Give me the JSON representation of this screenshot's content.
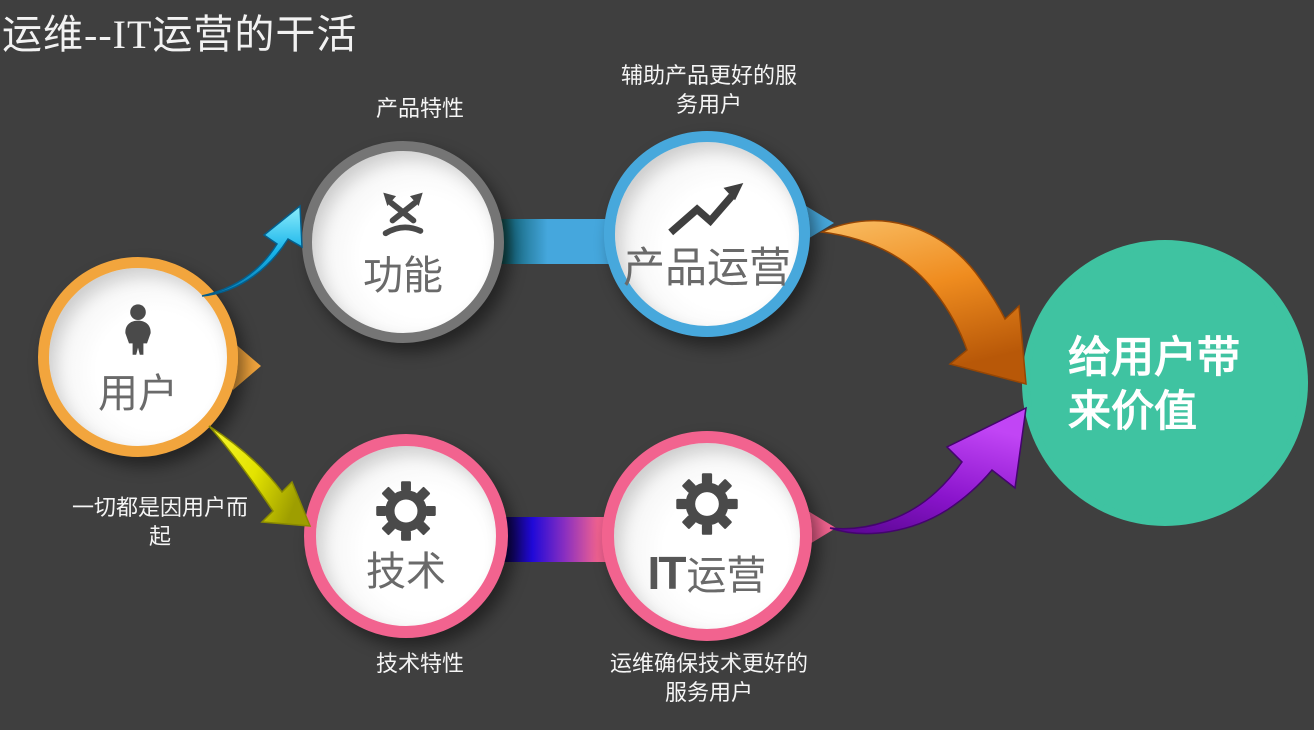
{
  "title": "运维--IT运营的干活",
  "background_color": "#3F3F3F",
  "nodes": {
    "user": {
      "label": "用户",
      "ring_color": "#F2A53D",
      "icon": "person-icon",
      "caption": "一切都是因用户而\n起"
    },
    "function": {
      "label": "功能",
      "ring_color": "#757575",
      "icon": "crossing-arrows-icon",
      "caption": "产品特性"
    },
    "product_ops": {
      "label": "产品运营",
      "ring_color": "#47A8DC",
      "icon": "trend-up-arrow-icon",
      "caption": "辅助产品更好的服\n务用户"
    },
    "tech": {
      "label": "技术",
      "ring_color": "#F2638F",
      "icon": "gear-icon",
      "caption": "技术特性"
    },
    "it_ops": {
      "label_latin": "IT",
      "label_cjk": "运营",
      "ring_color": "#F2638F",
      "icon": "gear-icon",
      "caption": "运维确保技术更好的\n服务用户"
    },
    "value": {
      "label": "给用户带\n来价值",
      "fill_color": "#3FC3A1",
      "text_color": "#FFFFFF"
    }
  },
  "connectors": {
    "function_to_product_ops_bar": [
      "#0B3320",
      "#45A7DD"
    ],
    "tech_to_it_ops_bar": [
      "#05010A",
      "#2009D8",
      "#8A2FC0",
      "#EF6190"
    ],
    "user_to_function_arrow_color": "#18B4EA",
    "user_to_tech_arrow_color": "#E3E300",
    "product_ops_to_value_arrow_color": "#EF8C1F",
    "it_ops_to_value_arrow_color": "#8A14CC"
  }
}
